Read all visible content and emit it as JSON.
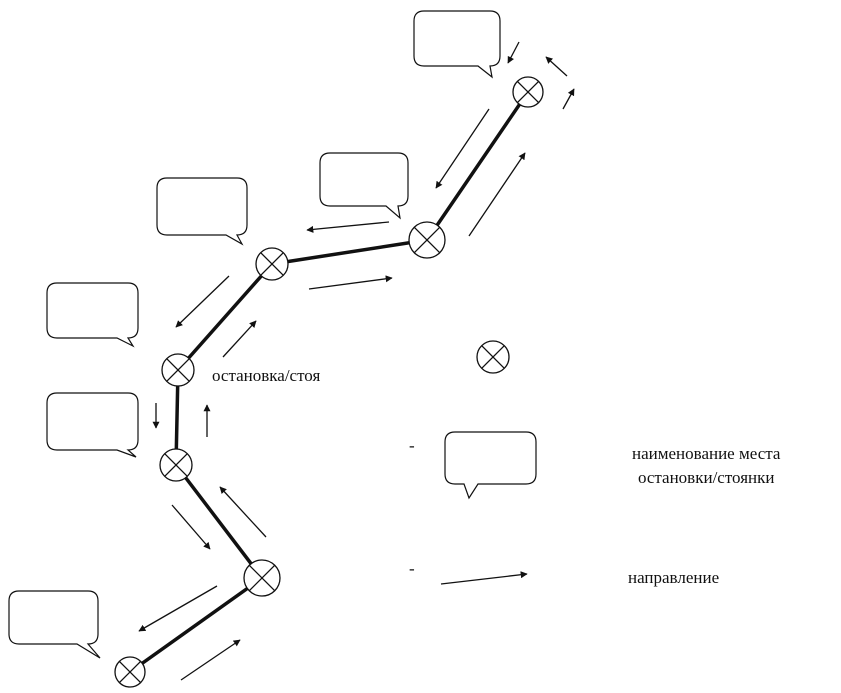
{
  "route": {
    "stop_label": "остановка/стоя"
  },
  "legend": {
    "stop_dash": "-",
    "stop_name_line1": "наименование места",
    "stop_name_line2": "остановки/стоянки",
    "direction_dash": "-",
    "direction": "направление"
  },
  "colors": {
    "line": "#111111",
    "background": "#ffffff"
  },
  "icons": [
    "stop-marker-icon",
    "speech-bubble-icon",
    "direction-arrow-icon"
  ]
}
